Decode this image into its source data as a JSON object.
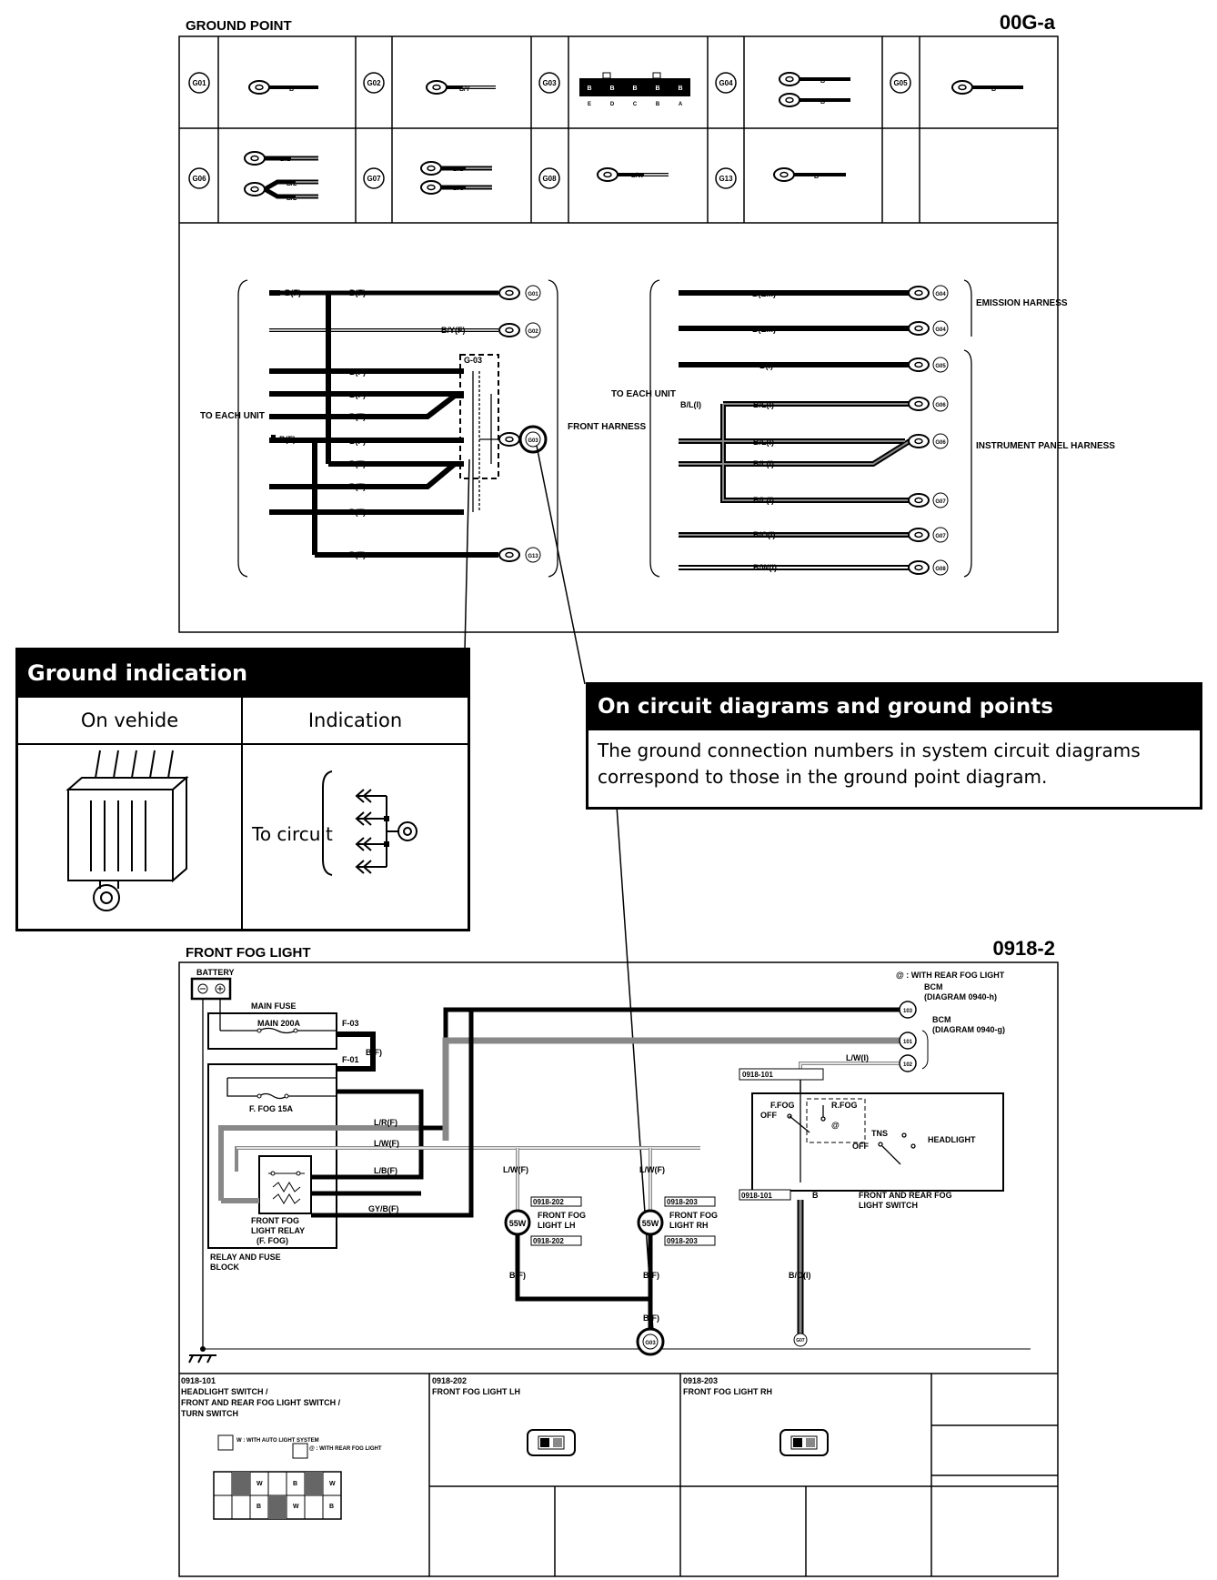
{
  "ground_point": {
    "title": "GROUND POINT",
    "code": "00G-a",
    "table_cells": [
      {
        "id": "G01",
        "wires": [
          "B"
        ]
      },
      {
        "id": "G02",
        "wires": [
          "B/Y"
        ]
      },
      {
        "id": "G03",
        "connector_pins": [
          "B",
          "B",
          "B",
          "B",
          "B"
        ],
        "connector_letters": [
          "E",
          "D",
          "C",
          "B",
          "A"
        ]
      },
      {
        "id": "G04",
        "wires": [
          "B",
          "B"
        ]
      },
      {
        "id": "G05",
        "wires": [
          "B"
        ]
      },
      {
        "id": "G06",
        "wires": [
          "B/L",
          "B/L",
          "B/L"
        ]
      },
      {
        "id": "G07",
        "wires": [
          "B/L",
          "B/O"
        ]
      },
      {
        "id": "G08",
        "wires": [
          "B/W"
        ]
      },
      {
        "id": "G13",
        "wires": [
          "B"
        ]
      }
    ],
    "left_group": {
      "label": "TO EACH UNIT",
      "bf_label": "B(F)",
      "wires": [
        "B(F)",
        "B/Y(F)",
        "B(F)",
        "B(F)",
        "B(F)",
        "B(F)",
        "B(F)",
        "B(F)",
        "B(F)",
        "B(F)"
      ],
      "g03_label": "G-03",
      "harness": "FRONT HARNESS",
      "grounds": [
        "G01",
        "G02",
        "G03",
        "G13"
      ]
    },
    "right_group": {
      "label": "TO EACH UNIT",
      "bl_label": "B/L(I)",
      "wires": [
        "B(EM)",
        "B(EM)",
        "B(I)",
        "B/L(I)",
        "B/L(I)",
        "B/L(I)",
        "B/L(I)",
        "B/O(I)",
        "B/W(I)"
      ],
      "grounds": [
        "G04",
        "G04",
        "G05",
        "G06",
        "G06",
        "G07",
        "G07",
        "G08"
      ],
      "emission_harness": "EMISSION HARNESS",
      "instrument_harness": "INSTRUMENT PANEL HARNESS"
    }
  },
  "ground_indication": {
    "title": "Ground indication",
    "col1": "On vehide",
    "col2": "Indication",
    "to_circuit": "To circuit"
  },
  "circuit_note": {
    "title": "On circuit diagrams and ground points",
    "body_line1": "The ground connection numbers in system circuit diagrams",
    "body_line2": "correspond to those in the ground point diagram."
  },
  "front_fog": {
    "title": "FRONT FOG LIGHT",
    "code": "0918-2",
    "battery": "BATTERY",
    "main_fuse": "MAIN FUSE",
    "main_200a": "MAIN 200A",
    "f03": "F-03",
    "f01": "F-01",
    "bf": "B(F)",
    "ffog_fuse": "F. FOG 15A",
    "wires": {
      "lr": "L/R(F)",
      "lw": "L/W(F)",
      "lb": "L/B(F)",
      "gyb": "GY/B(F)",
      "lwi": "L/W(I)",
      "lwf": "L/W(F)",
      "bf": "B(F)",
      "boi": "B/O(I)",
      "b": "B"
    },
    "relay_line1": "FRONT FOG",
    "relay_line2": "LIGHT RELAY",
    "relay_line3": "(F. FOG)",
    "block_line1": "RELAY AND FUSE",
    "block_line2": "BLOCK",
    "rear_fog_note": "@ : WITH REAR FOG LIGHT",
    "bcm1_line1": "BCM",
    "bcm1_line2": "(DIAGRAM 0940-h)",
    "bcm2_line1": "BCM",
    "bcm2_line2": "(DIAGRAM 0940-g)",
    "bcm_pins": [
      "103",
      "101",
      "102"
    ],
    "switch_conn": "0918-101",
    "switch_labels": {
      "ffog": "F.FOG",
      "rfog": "R.FOG",
      "off": "OFF",
      "tns": "TNS",
      "off2": "OFF",
      "headlight": "HEADLIGHT",
      "at": "@"
    },
    "switch_line1": "FRONT AND REAR FOG",
    "switch_line2": "LIGHT SWITCH",
    "lamp_watt": "55W",
    "lh_conn": "0918-202",
    "lh_line1": "FRONT FOG",
    "lh_line2": "LIGHT LH",
    "rh_conn": "0918-203",
    "rh_line1": "FRONT FOG",
    "rh_line2": "LIGHT RH",
    "ground_ids": [
      "G03",
      "G07"
    ]
  },
  "connectors": [
    {
      "code": "0918-101",
      "line1": "HEADLIGHT SWITCH /",
      "line2": "FRONT AND REAR FOG LIGHT SWITCH /",
      "line3": "TURN SWITCH",
      "note1": "W : WITH AUTO LIGHT SYSTEM",
      "note2": "@ : WITH REAR FOG LIGHT",
      "pin_letters": [
        "W",
        "W",
        "W",
        "B",
        "B",
        "B"
      ]
    },
    {
      "code": "0918-202",
      "line1": "FRONT FOG LIGHT LH"
    },
    {
      "code": "0918-203",
      "line1": "FRONT FOG LIGHT RH"
    }
  ]
}
